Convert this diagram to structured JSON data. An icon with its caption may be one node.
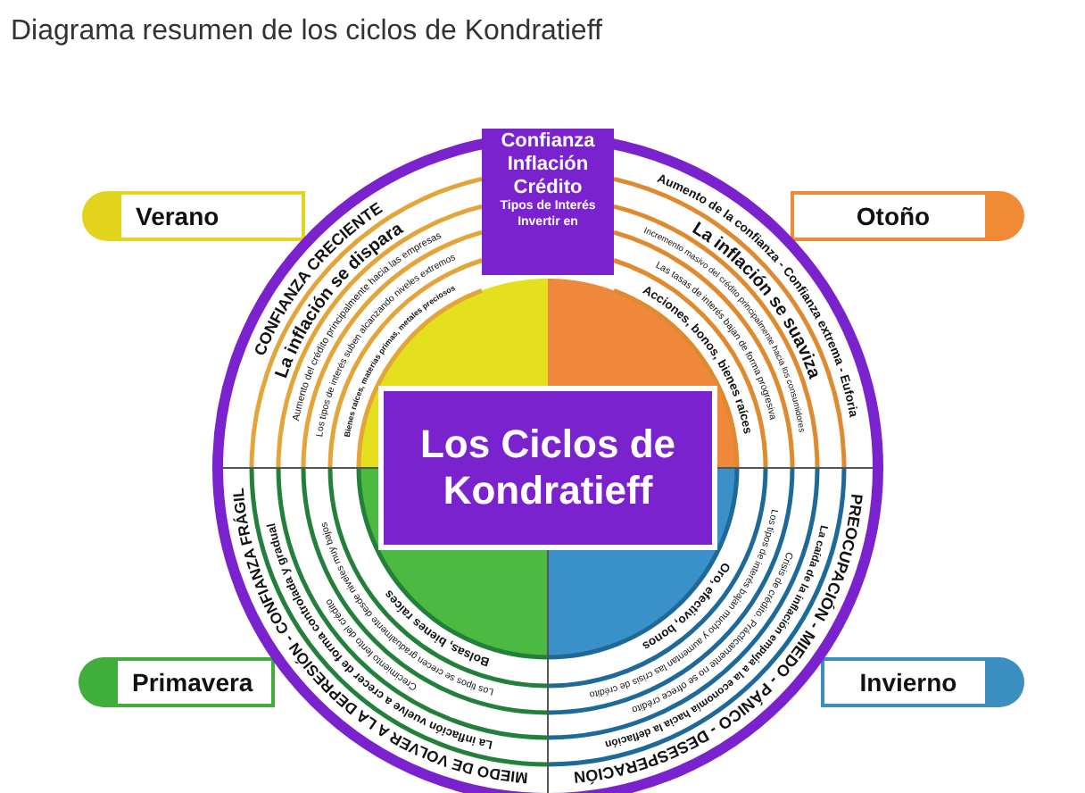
{
  "diagram": {
    "title": "Diagrama resumen de los ciclos de Kondratieff",
    "nodes": [
      {
        "text": [
          "Confianza",
          "Inflación",
          "Crédito",
          "Tipos de Interés",
          "Invertir en"
        ]
      },
      {
        "text": [
          "Verano"
        ]
      },
      {
        "text": [
          "Otoño"
        ]
      },
      {
        "text": [
          "CONFIANZA CRECIENTE",
          "La inflación se dispara",
          "Aumento del crédito principalmente hacia las empresas",
          "Los tipos de interés suben alcanzando niveles extremos",
          "Bienes raíces, materias primas, metales preciosos"
        ]
      },
      {
        "text": [
          "Aumento de la confianza - Confianza extrema - Euforia",
          "La inflación se suaviza",
          "Incremento masivo del crédito principalmente hacia los consumidores",
          "Las tasas de interés bajan de forma progresiva",
          "Acciones, bonos, bienes raíces"
        ]
      },
      {
        "text": [
          "Los Ciclos de Kondratieff"
        ]
      },
      {
        "text": [
          "Primavera"
        ]
      },
      {
        "text": [
          "Invierno"
        ]
      },
      {
        "text": [
          "MIEDO DE VOLVER A LA DEPRESIÓN - CONFIANZA FRÁGIL",
          "La inflación vuelve a crecer de forma controlada y gradual",
          "Crecimiento lento del crédito",
          "Los tipos se crecen gradualmente desde niveles muy bajos",
          "Bolsas, bienes raíces"
        ]
      },
      {
        "text": [
          "PREOCUPACIÓN - MIEDO - PÁNICO - DESESPERACIÓN",
          "La caída de la inflación empuja a la economía hacia la deflación",
          "Crisis de crédito. Prácticamente no se ofrece crédito",
          "Los tipos de interés bajan mucho y aumentan las crisis de crédito",
          "Oro, efectivo, bonos"
        ]
      }
    ]
  }
}
